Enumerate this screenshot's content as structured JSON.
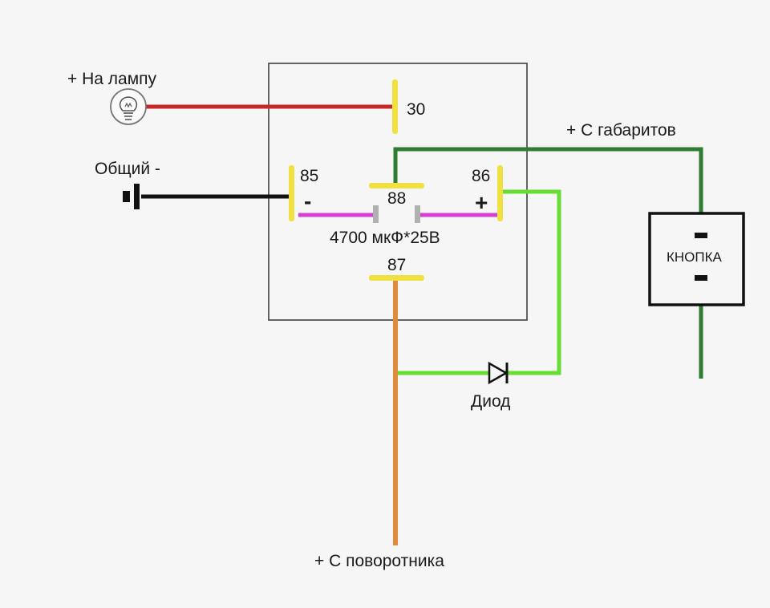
{
  "labels": {
    "lamp": "+ На лампу",
    "common": "Общий -",
    "parking": "+ С габаритов",
    "turn_signal": "+ С поворотника",
    "diode": "Диод",
    "capacitor": "4700 мкФ*25В",
    "button": "КНОПКА"
  },
  "pins": {
    "p30": "30",
    "p85": "85",
    "p86": "86",
    "p87": "87",
    "p88": "88"
  },
  "signs": {
    "minus": "-",
    "plus": "+"
  },
  "colors": {
    "background": "#f6f6f6",
    "lamp_wire": "#c62828",
    "ground_wire": "#111111",
    "parking_wire": "#2e7d32",
    "diode_wire": "#66dd33",
    "turn_signal_wire": "#e08a3c",
    "capacitor_wire": "#d63fd6",
    "terminal": "#f0e040",
    "relay_border": "#333333"
  },
  "icons": {
    "lamp": "light-bulb-icon",
    "ground": "ground-terminal-icon",
    "diode": "diode-symbol-icon"
  }
}
